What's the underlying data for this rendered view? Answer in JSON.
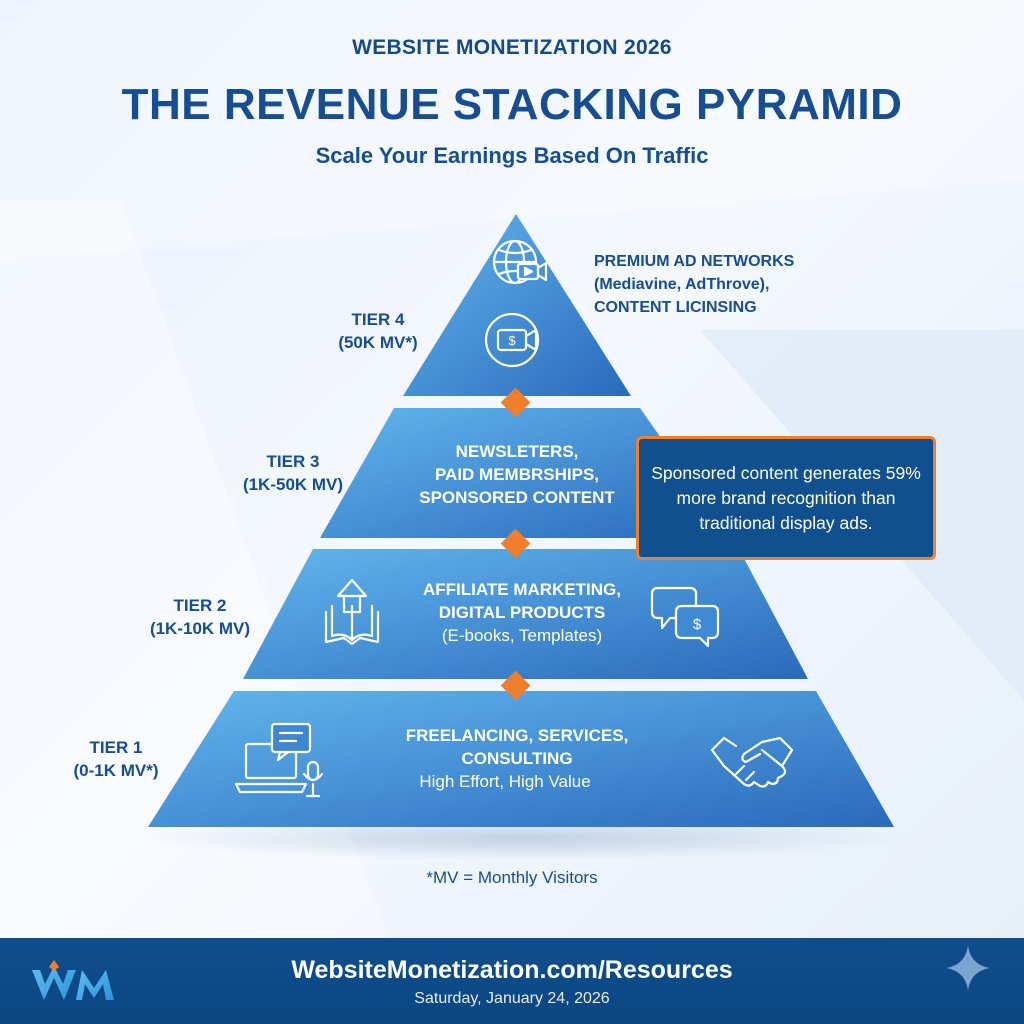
{
  "header": {
    "kicker": "WEBSITE MONETIZATION 2026",
    "title": "THE REVENUE STACKING PYRAMID",
    "subtitle": "Scale Your Earnings Based On Traffic"
  },
  "tiers": [
    {
      "label_line1": "TIER 4",
      "label_line2": "(50K MV*)",
      "content_lines": [
        "PREMIUM AD NETWORKS",
        "(Mediavine, AdThrove),",
        "CONTENT LICINSING"
      ],
      "icons": [
        "globe-play-icon",
        "money-camera-icon"
      ]
    },
    {
      "label_line1": "TIER 3",
      "label_line2": "(1K-50K MV)",
      "content_lines": [
        "NEWSLETERS,",
        "PAID MEMBRSHIPS,",
        "SPONSORED CONTENT"
      ],
      "icons": []
    },
    {
      "label_line1": "TIER 2",
      "label_line2": "(1K-10K MV)",
      "content_lines": [
        "AFFILIATE MARKETING,",
        "DIGITAL PRODUCTS",
        "(E-books, Templates)"
      ],
      "icons": [
        "book-upload-icon",
        "chat-dollar-icon"
      ]
    },
    {
      "label_line1": "TIER 1",
      "label_line2": "(0-1K MV*)",
      "content_lines": [
        "FREELANCING, SERVICES,",
        "CONSULTING",
        "High Effort, High Value"
      ],
      "icons": [
        "laptop-microphone-icon",
        "handshake-icon"
      ]
    }
  ],
  "callout": {
    "text": "Sponsored content generates 59% more brand recognition than traditional display ads."
  },
  "footnote": "*MV = Monthly Visitors",
  "footer": {
    "url": "WebsiteMonetization.com/Resources",
    "date": "Saturday, January 24, 2026",
    "logo_letters": "WM"
  },
  "colors": {
    "pyramid_light": "#5aaee8",
    "pyramid_dark": "#2c6fc0",
    "accent": "#f07f2c",
    "navy": "#174d92"
  }
}
